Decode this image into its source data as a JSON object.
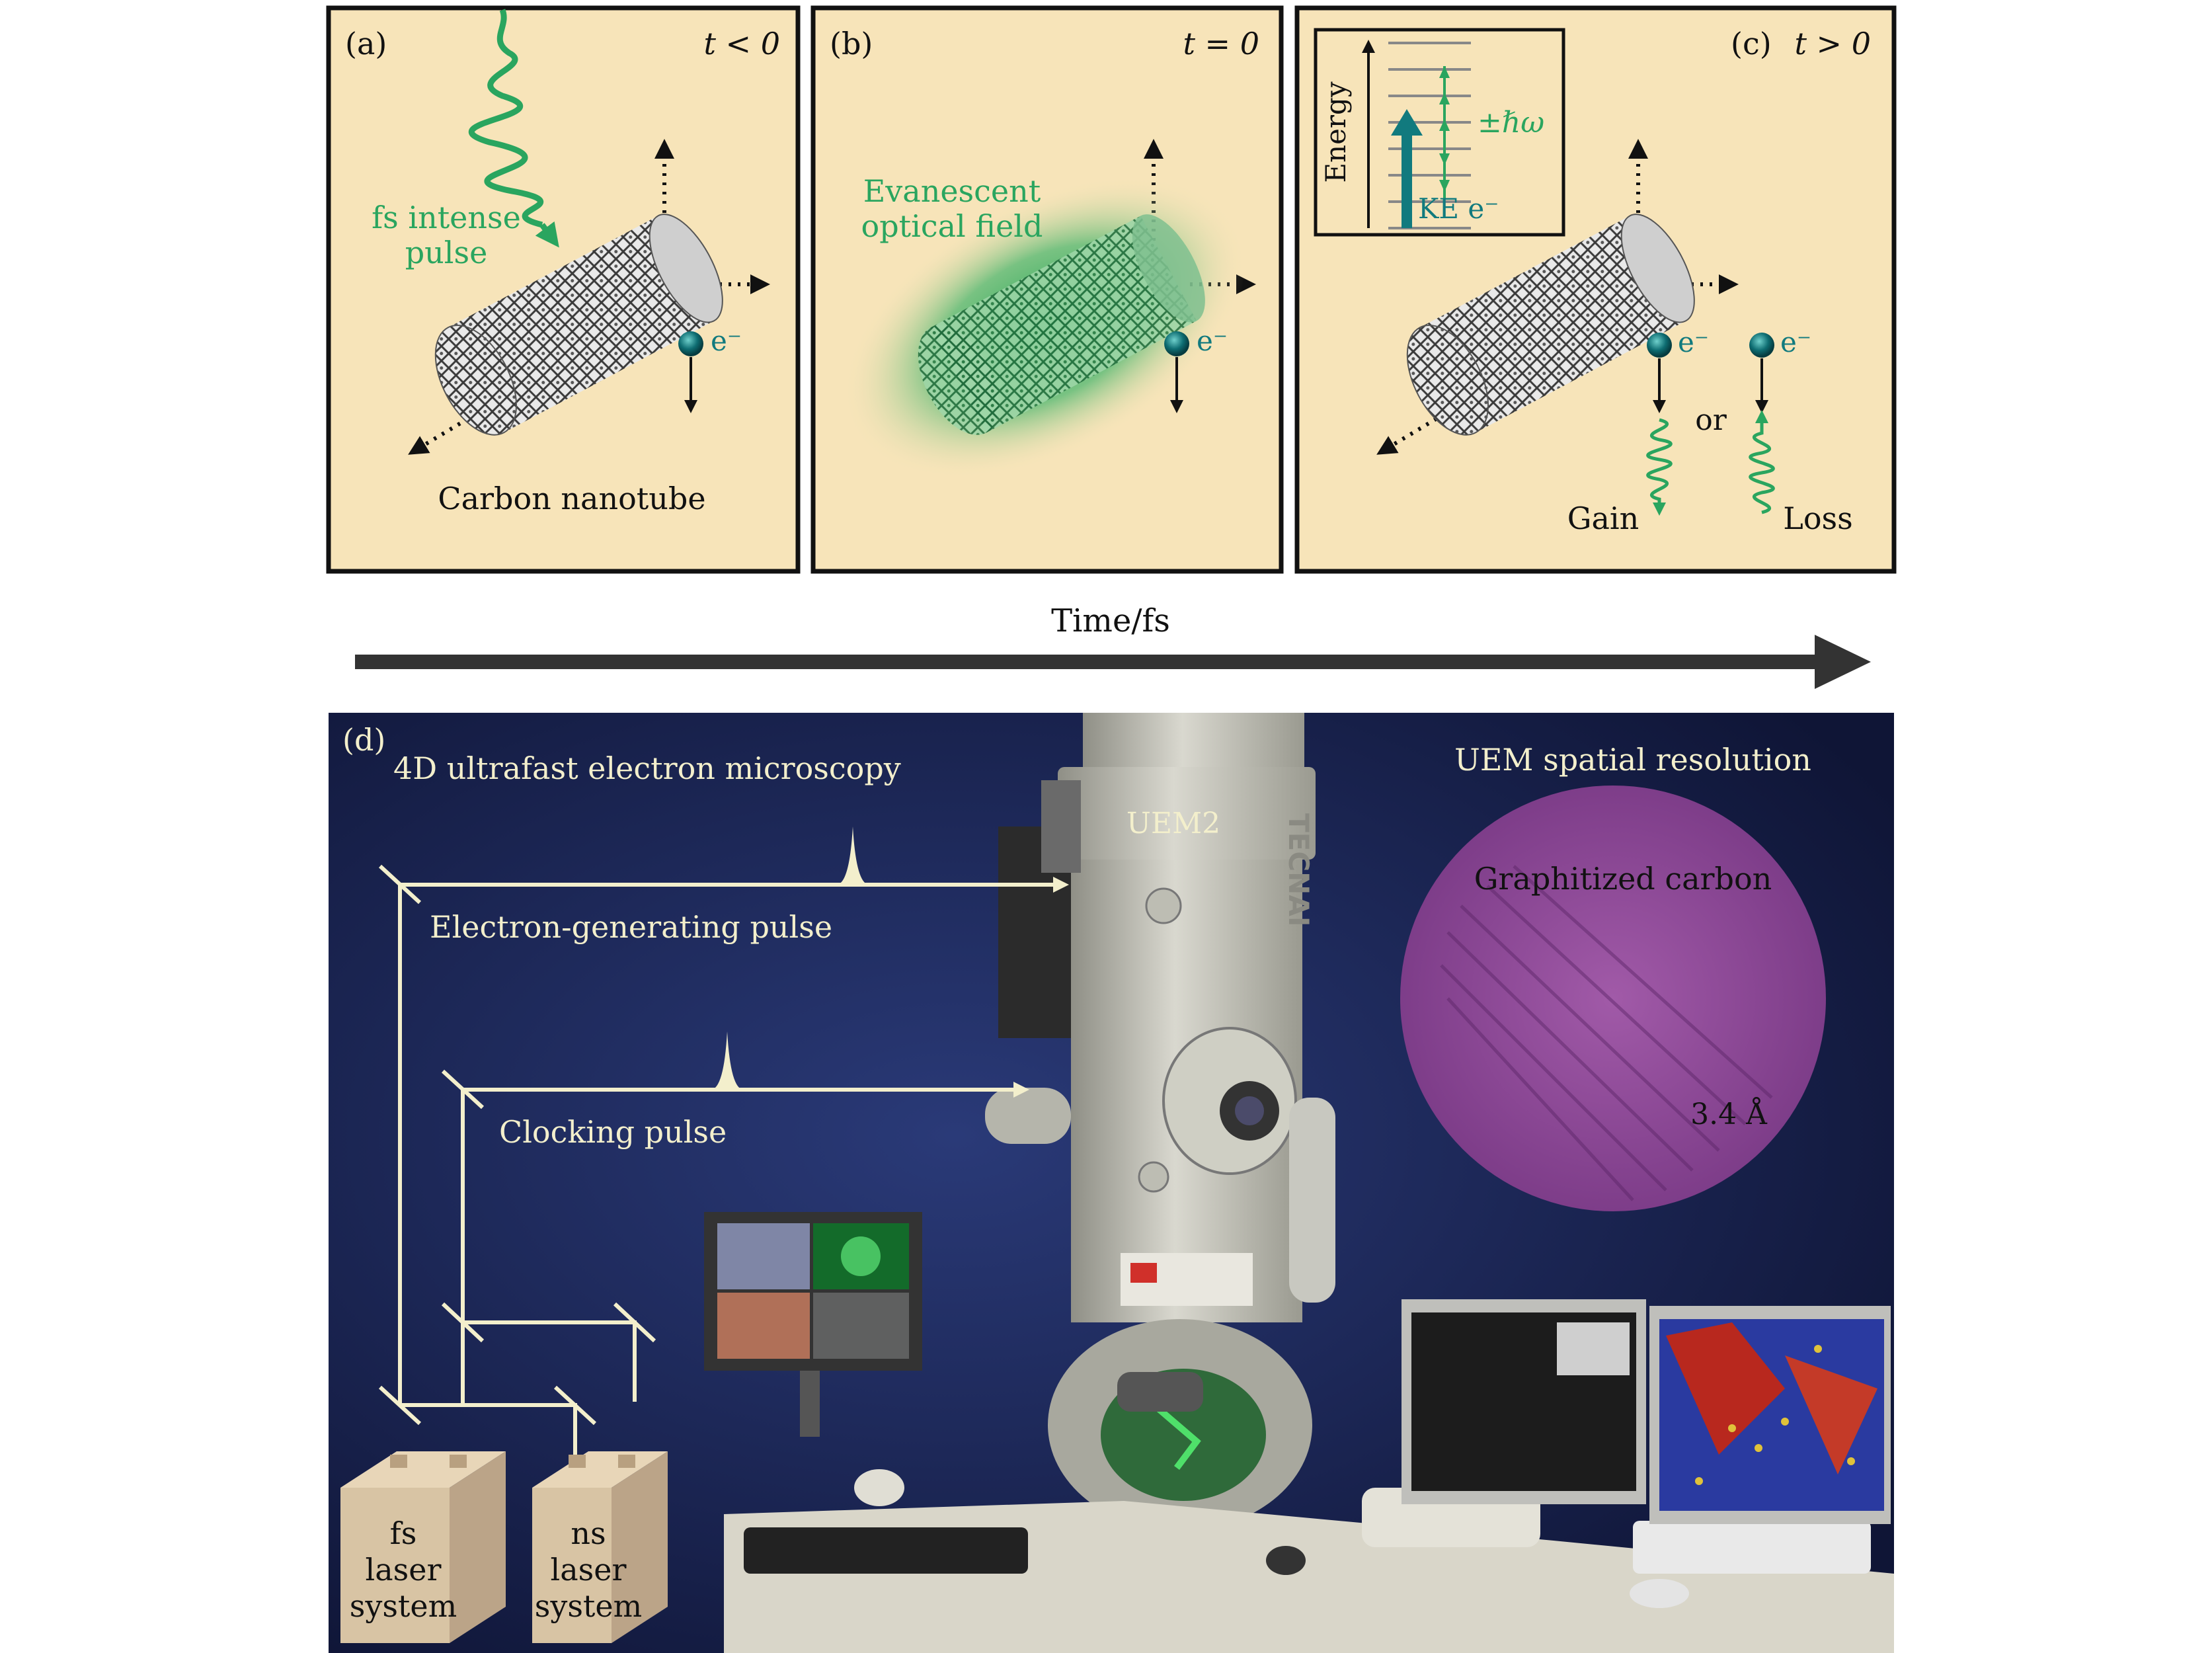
{
  "panel_a": {
    "label": "(a)",
    "time": "t < 0",
    "pulse_label_line1": "fs intense",
    "pulse_label_line2": "pulse",
    "electron": "e⁻",
    "caption": "Carbon nanotube"
  },
  "panel_b": {
    "label": "(b)",
    "time": "t = 0",
    "field_label_line1": "Evanescent",
    "field_label_line2": "optical field",
    "electron": "e⁻"
  },
  "panel_c": {
    "label": "(c)",
    "time": "t > 0",
    "inset_axis": "Energy",
    "inset_photon": "±ℏω",
    "inset_ke": "KE e⁻",
    "electron_1": "e⁻",
    "electron_2": "e⁻",
    "or": "or",
    "gain": "Gain",
    "loss": "Loss"
  },
  "timeline": {
    "label": "Time/fs"
  },
  "panel_d": {
    "label": "(d)",
    "title": "4D ultrafast electron microscopy",
    "microscope": "UEM2",
    "brand": "TECNAI",
    "electron_pulse": "Electron-generating pulse",
    "clocking_pulse": "Clocking pulse",
    "resolution_title": "UEM spatial resolution",
    "resolution_sample": "Graphitized carbon",
    "resolution_value": "3.4 Å",
    "fs_laser_line1": "fs",
    "fs_laser_line2": "laser",
    "fs_laser_line3": "system",
    "ns_laser_line1": "ns",
    "ns_laser_line2": "laser",
    "ns_laser_line3": "system"
  },
  "colors": {
    "panel_bg": "#f7e4b9",
    "green": "#2aa55f",
    "teal": "#117a7e",
    "dark_bg": "#141c44",
    "beam": "#f3efcc",
    "sample": "#8f4a9c"
  }
}
